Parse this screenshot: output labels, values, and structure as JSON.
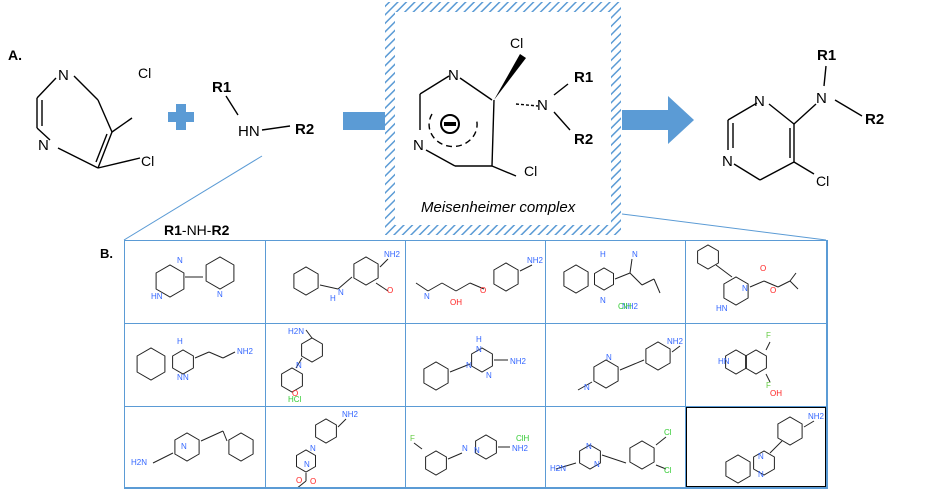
{
  "panel_a": {
    "label": "A.",
    "reactant": {
      "n1": "N",
      "n3": "N",
      "cl4": "Cl",
      "cl5": "Cl"
    },
    "amine": {
      "r1": "R1",
      "r2": "R2",
      "hn": "HN"
    },
    "complex": {
      "n1": "N",
      "n3": "N",
      "cl_top": "Cl",
      "cl_bottom": "Cl",
      "n_amine": "N",
      "r1": "R1",
      "r2": "R2",
      "caption": "Meisenheimer complex"
    },
    "product": {
      "n1": "N",
      "n3": "N",
      "n_amine": "N",
      "r1": "R1",
      "r2": "R2",
      "cl": "Cl"
    },
    "colors": {
      "arrow": "#5b9bd5",
      "plus": "#5b9bd5",
      "hatch": "#5b9bd5",
      "bond": "#000000"
    }
  },
  "panel_b": {
    "label": "B.",
    "header_r1": "R1",
    "header_nh": "-NH-",
    "header_r2": "R2",
    "colors": {
      "grid": "#5b9bd5",
      "n": "#3366ff",
      "o": "#ff2222",
      "cl": "#33cc33",
      "f": "#66cc44"
    },
    "molecules": [
      {
        "labels": [
          "N",
          "HN",
          "N"
        ]
      },
      {
        "labels": [
          "NH2",
          "H",
          "N",
          "O"
        ]
      },
      {
        "labels": [
          "N",
          "OH",
          "O",
          "NH2"
        ]
      },
      {
        "labels": [
          "H",
          "N",
          "N",
          "NH2",
          "ClH"
        ]
      },
      {
        "labels": [
          "O",
          "O",
          "N",
          "HN"
        ]
      },
      {
        "labels": [
          "H",
          "N",
          "N",
          "NH2"
        ]
      },
      {
        "labels": [
          "H2N",
          "N",
          "O",
          "HCl"
        ]
      },
      {
        "labels": [
          "H",
          "N",
          "N",
          "N",
          "NH2"
        ]
      },
      {
        "labels": [
          "N",
          "N",
          "NH2"
        ]
      },
      {
        "labels": [
          "F",
          "HN",
          "F",
          "OH"
        ]
      },
      {
        "labels": [
          "N",
          "H2N"
        ]
      },
      {
        "labels": [
          "NH2",
          "N",
          "N",
          "O",
          "O"
        ]
      },
      {
        "labels": [
          "F",
          "N",
          "N",
          "NH2",
          "ClH"
        ]
      },
      {
        "labels": [
          "N",
          "N",
          "H2N",
          "Cl",
          "Cl"
        ]
      },
      {
        "labels": [
          "NH2",
          "N",
          "N"
        ]
      }
    ]
  }
}
